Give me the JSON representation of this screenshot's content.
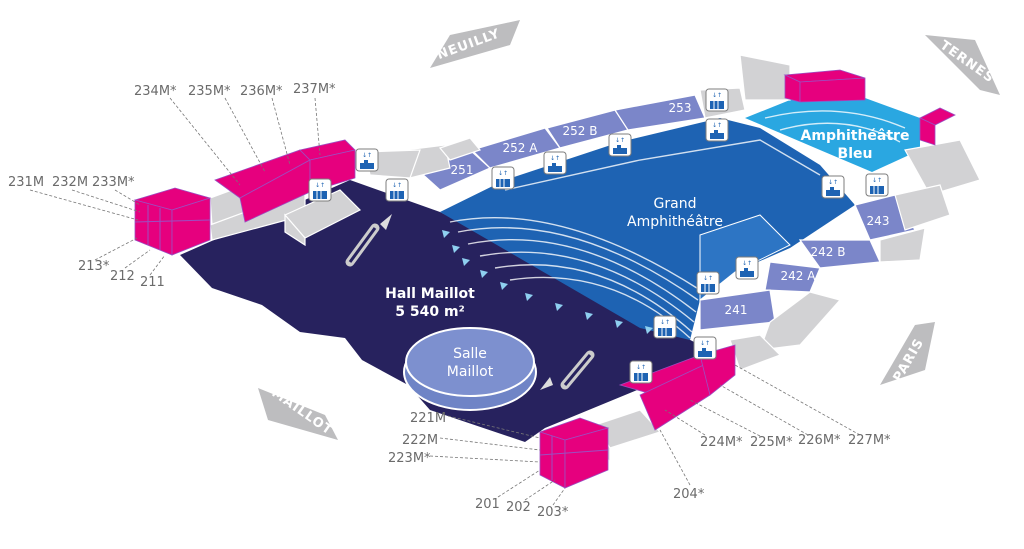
{
  "title": "Palais des Congrès – Niveau 2",
  "directions": [
    "NEUILLY",
    "TERNES",
    "PARIS",
    "MAILLOT"
  ],
  "areas": {
    "hall": {
      "name": "Hall Maillot",
      "size": "5 540 m²"
    },
    "salle": {
      "line1": "Salle",
      "line2": "Maillot"
    },
    "grand": {
      "line1": "Grand",
      "line2": "Amphithéâtre"
    },
    "bleu": {
      "line1": "Amphithéâtre",
      "line2": "Bleu"
    }
  },
  "rooms": [
    "251",
    "252 A",
    "252 B",
    "253",
    "243",
    "242 B",
    "242 A",
    "241"
  ],
  "callouts": {
    "top_left": [
      "234M*",
      "235M*",
      "236M*",
      "237M*"
    ],
    "left": [
      "231M",
      "232M",
      "233M*"
    ],
    "left_bottom": [
      "213*",
      "212",
      "211"
    ],
    "bottom_left": [
      "221M",
      "222M",
      "223M*"
    ],
    "bottom": [
      "201",
      "202",
      "203*"
    ],
    "bottom_mid": [
      "204*"
    ],
    "bottom_right": [
      "224M*",
      "225M*",
      "226M*",
      "227M*"
    ]
  },
  "colors": {
    "hall": "#27225e",
    "amphi": "#1e63b3",
    "bleu": "#2aa7e1",
    "ring": "#7b86c9",
    "pink": "#e6007e",
    "gray": "#d2d2d4"
  }
}
